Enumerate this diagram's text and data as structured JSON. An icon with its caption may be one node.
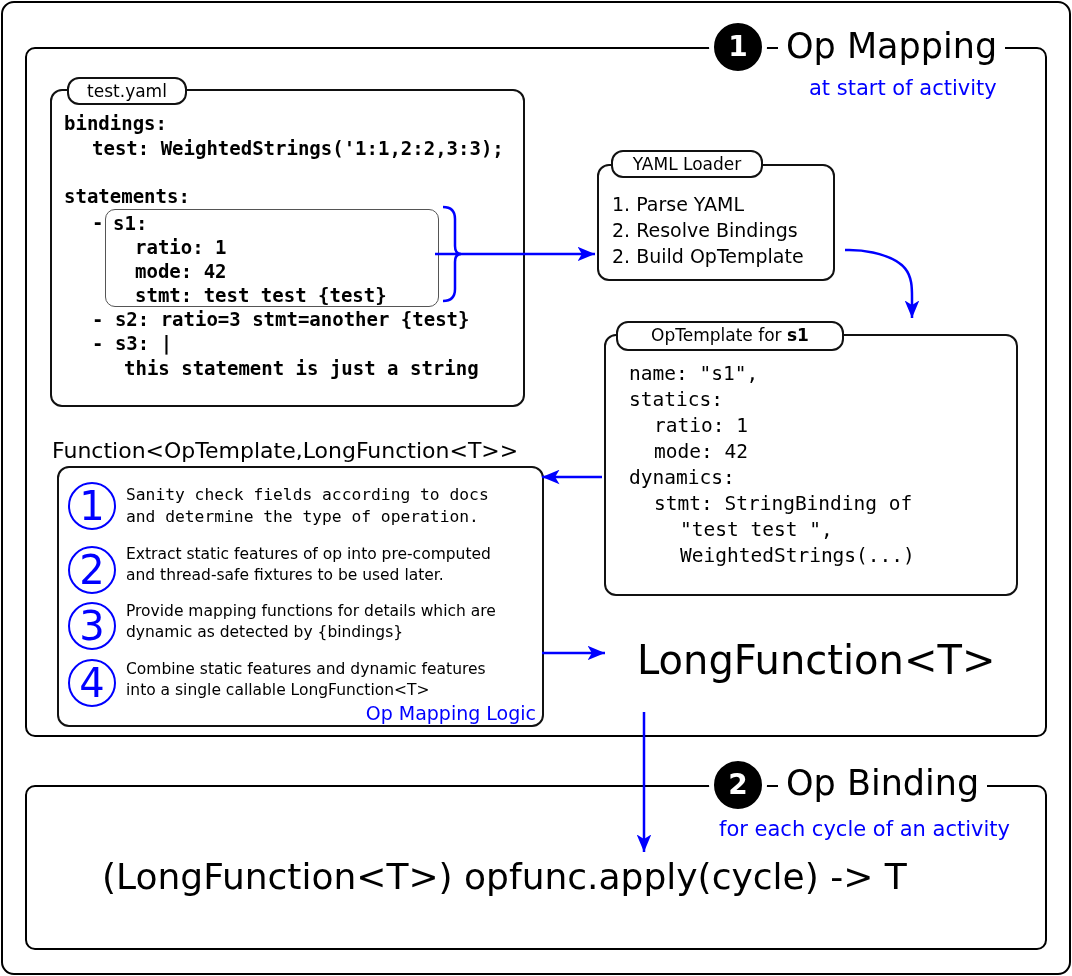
{
  "diagram": {
    "nodes": [
      {
        "text": [
          "Op Mapping",
          "at start of activity"
        ]
      },
      {
        "text": [
          "1"
        ]
      },
      {
        "text": [
          "test.yaml",
          "bindings:",
          "test: WeightedStrings('1:1,2:2,3:3);",
          "statements:",
          "-",
          "- s2: ratio=3 stmt=another {test}",
          "- s3: |",
          "this statement is just a string"
        ],
        "in": 0
      },
      {
        "text": [
          "s1:",
          "ratio: 1",
          "mode: 42",
          "stmt: test test {test}"
        ],
        "in": 2
      },
      {
        "text": [
          "YAML Loader",
          "1. Parse YAML",
          "2. Resolve Bindings",
          "2. Build OpTemplate"
        ],
        "in": 0
      },
      {
        "text": [
          "OpTemplate for **s1**",
          "name: \"s1\",",
          "statics:",
          "ratio: 1",
          "mode: 42",
          "dynamics:",
          "stmt: StringBinding of",
          "\"test test \",",
          "WeightedStrings(...)"
        ],
        "in": 0
      },
      {
        "text": [
          "Function<OpTemplate,LongFunction<T>>",
          "Op Mapping Logic"
        ],
        "in": 0
      },
      {
        "text": [
          "1"
        ],
        "beside": [
          "Sanity check fields according to docs and determine the type of operation."
        ],
        "in": 6
      },
      {
        "text": [
          "2"
        ],
        "beside": [
          "Extract static features of op into pre-computed and thread-safe fixtures to be used later."
        ],
        "in": 6
      },
      {
        "text": [
          "3"
        ],
        "beside": [
          "Provide mapping functions for details which are dynamic as detected by {bindings}"
        ],
        "in": 6
      },
      {
        "text": [
          "4"
        ],
        "beside": [
          "Combine static features and dynamic features into a single callable LongFunction<T>"
        ],
        "in": 6
      },
      {
        "text": [
          "LongFunction<T>"
        ],
        "in": 0
      },
      {
        "text": [
          "Op Binding",
          "for each cycle of an activity",
          "(LongFunction<T>) opfunc.apply(cycle) -> T"
        ]
      },
      {
        "text": [
          "2"
        ]
      }
    ],
    "edges": [
      {
        "from": 3,
        "to": 4,
        "arrow": "to"
      },
      {
        "from": 4,
        "to": 5,
        "arrow": "to"
      },
      {
        "from": 5,
        "to": 6,
        "arrow": "to"
      },
      {
        "from": 6,
        "to": 11,
        "arrow": "to"
      },
      {
        "from": 11,
        "to": 12,
        "arrow": "to"
      }
    ]
  }
}
